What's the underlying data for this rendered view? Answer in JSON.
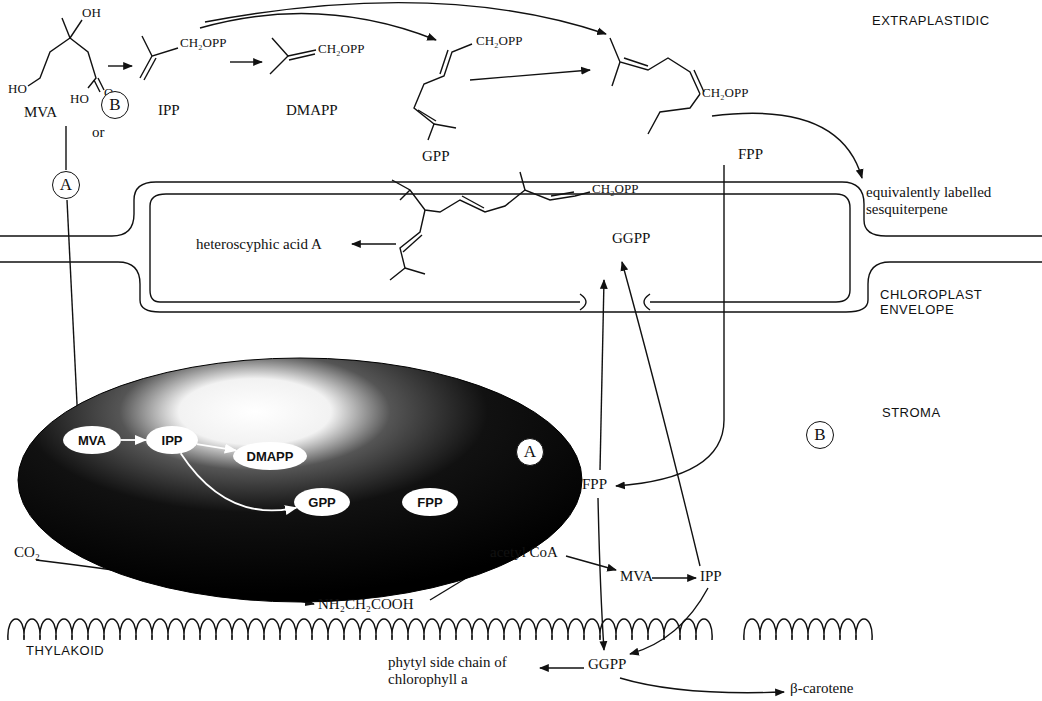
{
  "diagram": {
    "nodes": [
      {
        "text": [
          "B"
        ]
      },
      {
        "text": [
          "A"
        ]
      },
      {
        "text": [
          "B"
        ]
      },
      {
        "text": [
          "MVA"
        ]
      },
      {
        "text": [
          "IPP"
        ]
      },
      {
        "text": [
          "DMAPP"
        ]
      },
      {
        "text": [
          "GPP"
        ]
      },
      {
        "text": [
          "FPP"
        ]
      },
      {
        "text": [
          "A"
        ]
      }
    ],
    "edges": [
      {
        "from": 3,
        "to": 4,
        "arrow": "to"
      },
      {
        "from": 4,
        "to": 5,
        "arrow": "to"
      },
      {
        "from": 4,
        "to": 6,
        "arrow": "to"
      }
    ],
    "labels": [
      "OH",
      "HO",
      "HO",
      "O",
      "MVA",
      "or",
      "CH₂OPP",
      "IPP",
      "CH₂OPP",
      "DMAPP",
      "CH₂OPP",
      "GPP",
      "EXTRAPLASTIDIC",
      "CH₂OPP",
      "FPP",
      "equivalently labelled sesquiterpene",
      "CH₂OPP",
      "GGPP",
      "heteroscyphic acid A",
      "CHLOROPLAST ENVELOPE",
      "STROMA",
      "FPP",
      "CO₂",
      "acetyl CoA",
      "NH₂CH₂COOH",
      "MVA",
      "IPP",
      "THYLAKOID",
      "phytyl side chain of chlorophyll a",
      "GGPP",
      "β-carotene"
    ]
  }
}
